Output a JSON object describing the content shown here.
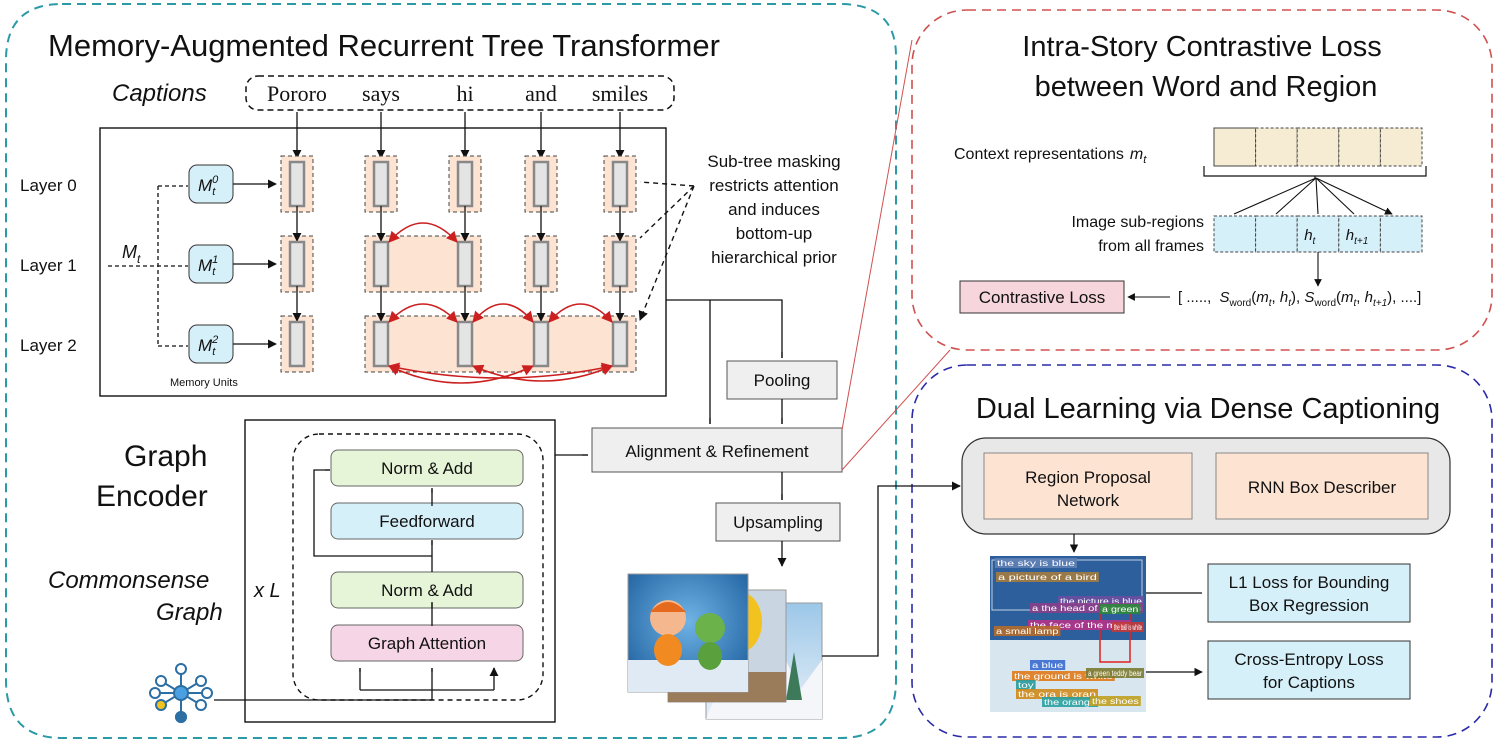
{
  "colors": {
    "teal_border": "#2a9aa6",
    "red_border": "#d05050",
    "blue_border": "#2a2aa8",
    "peach": "#fde3d2",
    "light_green": "#e6f5d8",
    "light_blue": "#d6f0fa",
    "pink": "#f6d6e6",
    "tan": "#f5ecd3",
    "gray_box": "#efefef",
    "red_arrow": "#cc1f1f"
  },
  "mart": {
    "title": "Memory-Augmented Recurrent Tree Transformer",
    "captions_label": "Captions",
    "words": [
      "Pororo",
      "says",
      "hi",
      "and",
      "smiles"
    ],
    "layers": [
      "Layer 0",
      "Layer 1",
      "Layer 2"
    ],
    "memory_main": "M",
    "memory_sub": "t",
    "memory_units": [
      {
        "base": "M",
        "sub": "t",
        "sup": "0"
      },
      {
        "base": "M",
        "sub": "t",
        "sup": "1"
      },
      {
        "base": "M",
        "sub": "t",
        "sup": "2"
      }
    ],
    "memory_units_label": "Memory Units",
    "subtree_note": [
      "Sub-tree masking",
      "restricts attention",
      "and induces",
      "bottom-up",
      "hierarchical prior"
    ]
  },
  "graph": {
    "title_lines": [
      "Graph",
      "Encoder"
    ],
    "commonsense_lines": [
      "Commonsense",
      "Graph"
    ],
    "repeat_label": "x L",
    "blocks": [
      "Norm & Add",
      "Feedforward",
      "Norm & Add",
      "Graph Attention"
    ],
    "graph_icon": "knowledge-graph-icon"
  },
  "center": {
    "pooling": "Pooling",
    "alignment": "Alignment & Refinement",
    "upsampling": "Upsampling"
  },
  "contrastive": {
    "title_lines": [
      "Intra-Story Contrastive Loss",
      "between Word and Region"
    ],
    "context_label": "Context representations",
    "context_symbol": "m",
    "context_sub": "t",
    "regions_lines": [
      "Image sub-regions",
      "from all frames"
    ],
    "region_h_base": "h",
    "region_labels_sub": [
      "t",
      "t+1"
    ],
    "loss_label": "Contrastive Loss",
    "formula_prefix": "[ .....,",
    "formula_s": "S",
    "formula_word": "word",
    "formula_suffix": "....]",
    "formula_term2_sub": "t+1"
  },
  "dual": {
    "title": "Dual Learning via Dense Captioning",
    "rpn_lines": [
      "Region Proposal",
      "Network"
    ],
    "rnn": "RNN Box Describer",
    "l1_lines": [
      "L1 Loss for Bounding",
      "Box Regression"
    ],
    "ce_lines": [
      "Cross-Entropy Loss",
      "for Captions"
    ],
    "dense_labels": [
      "the sky is blue",
      "a picture of a bird",
      "the picture is blue",
      "a the head of the man",
      "the face of the man",
      "a small lamp",
      "a green",
      "the ball is white",
      "a blue",
      "the ground is white",
      "a green teddy bear",
      "toy",
      "the ora is oran",
      "the orange",
      "the shoes"
    ]
  }
}
